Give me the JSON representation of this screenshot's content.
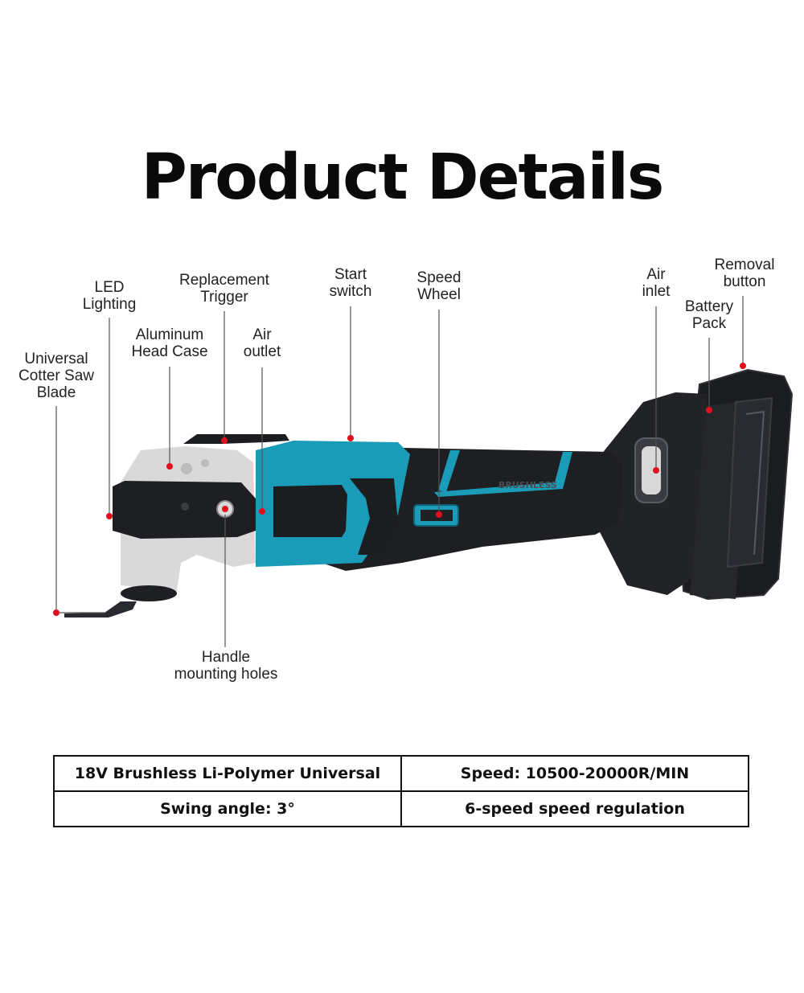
{
  "title": "Product Details",
  "labels": {
    "blade": "Universal\nCotter Saw\nBlade",
    "led": "LED\nLighting",
    "head_case": "Aluminum\nHead Case",
    "trigger": "Replacement\nTrigger",
    "air_outlet": "Air\noutlet",
    "start_switch": "Start\nswitch",
    "speed_wheel": "Speed\nWheel",
    "air_inlet": "Air\ninlet",
    "battery_pack": "Battery\nPack",
    "removal_button": "Removal\nbutton",
    "mounting_holes": "Handle\nmounting holes"
  },
  "tool_text": {
    "brand_strip": "BRUSHLESS"
  },
  "colors": {
    "accent": "#1a9bb8",
    "body": "#1e1f22",
    "marker": "#e0101e",
    "head": "#d9d9d9"
  },
  "specs": [
    [
      "18V Brushless Li-Polymer Universal",
      "Speed: 10500-20000R/MIN"
    ],
    [
      "Swing angle: 3°",
      "6-speed speed regulation"
    ]
  ]
}
